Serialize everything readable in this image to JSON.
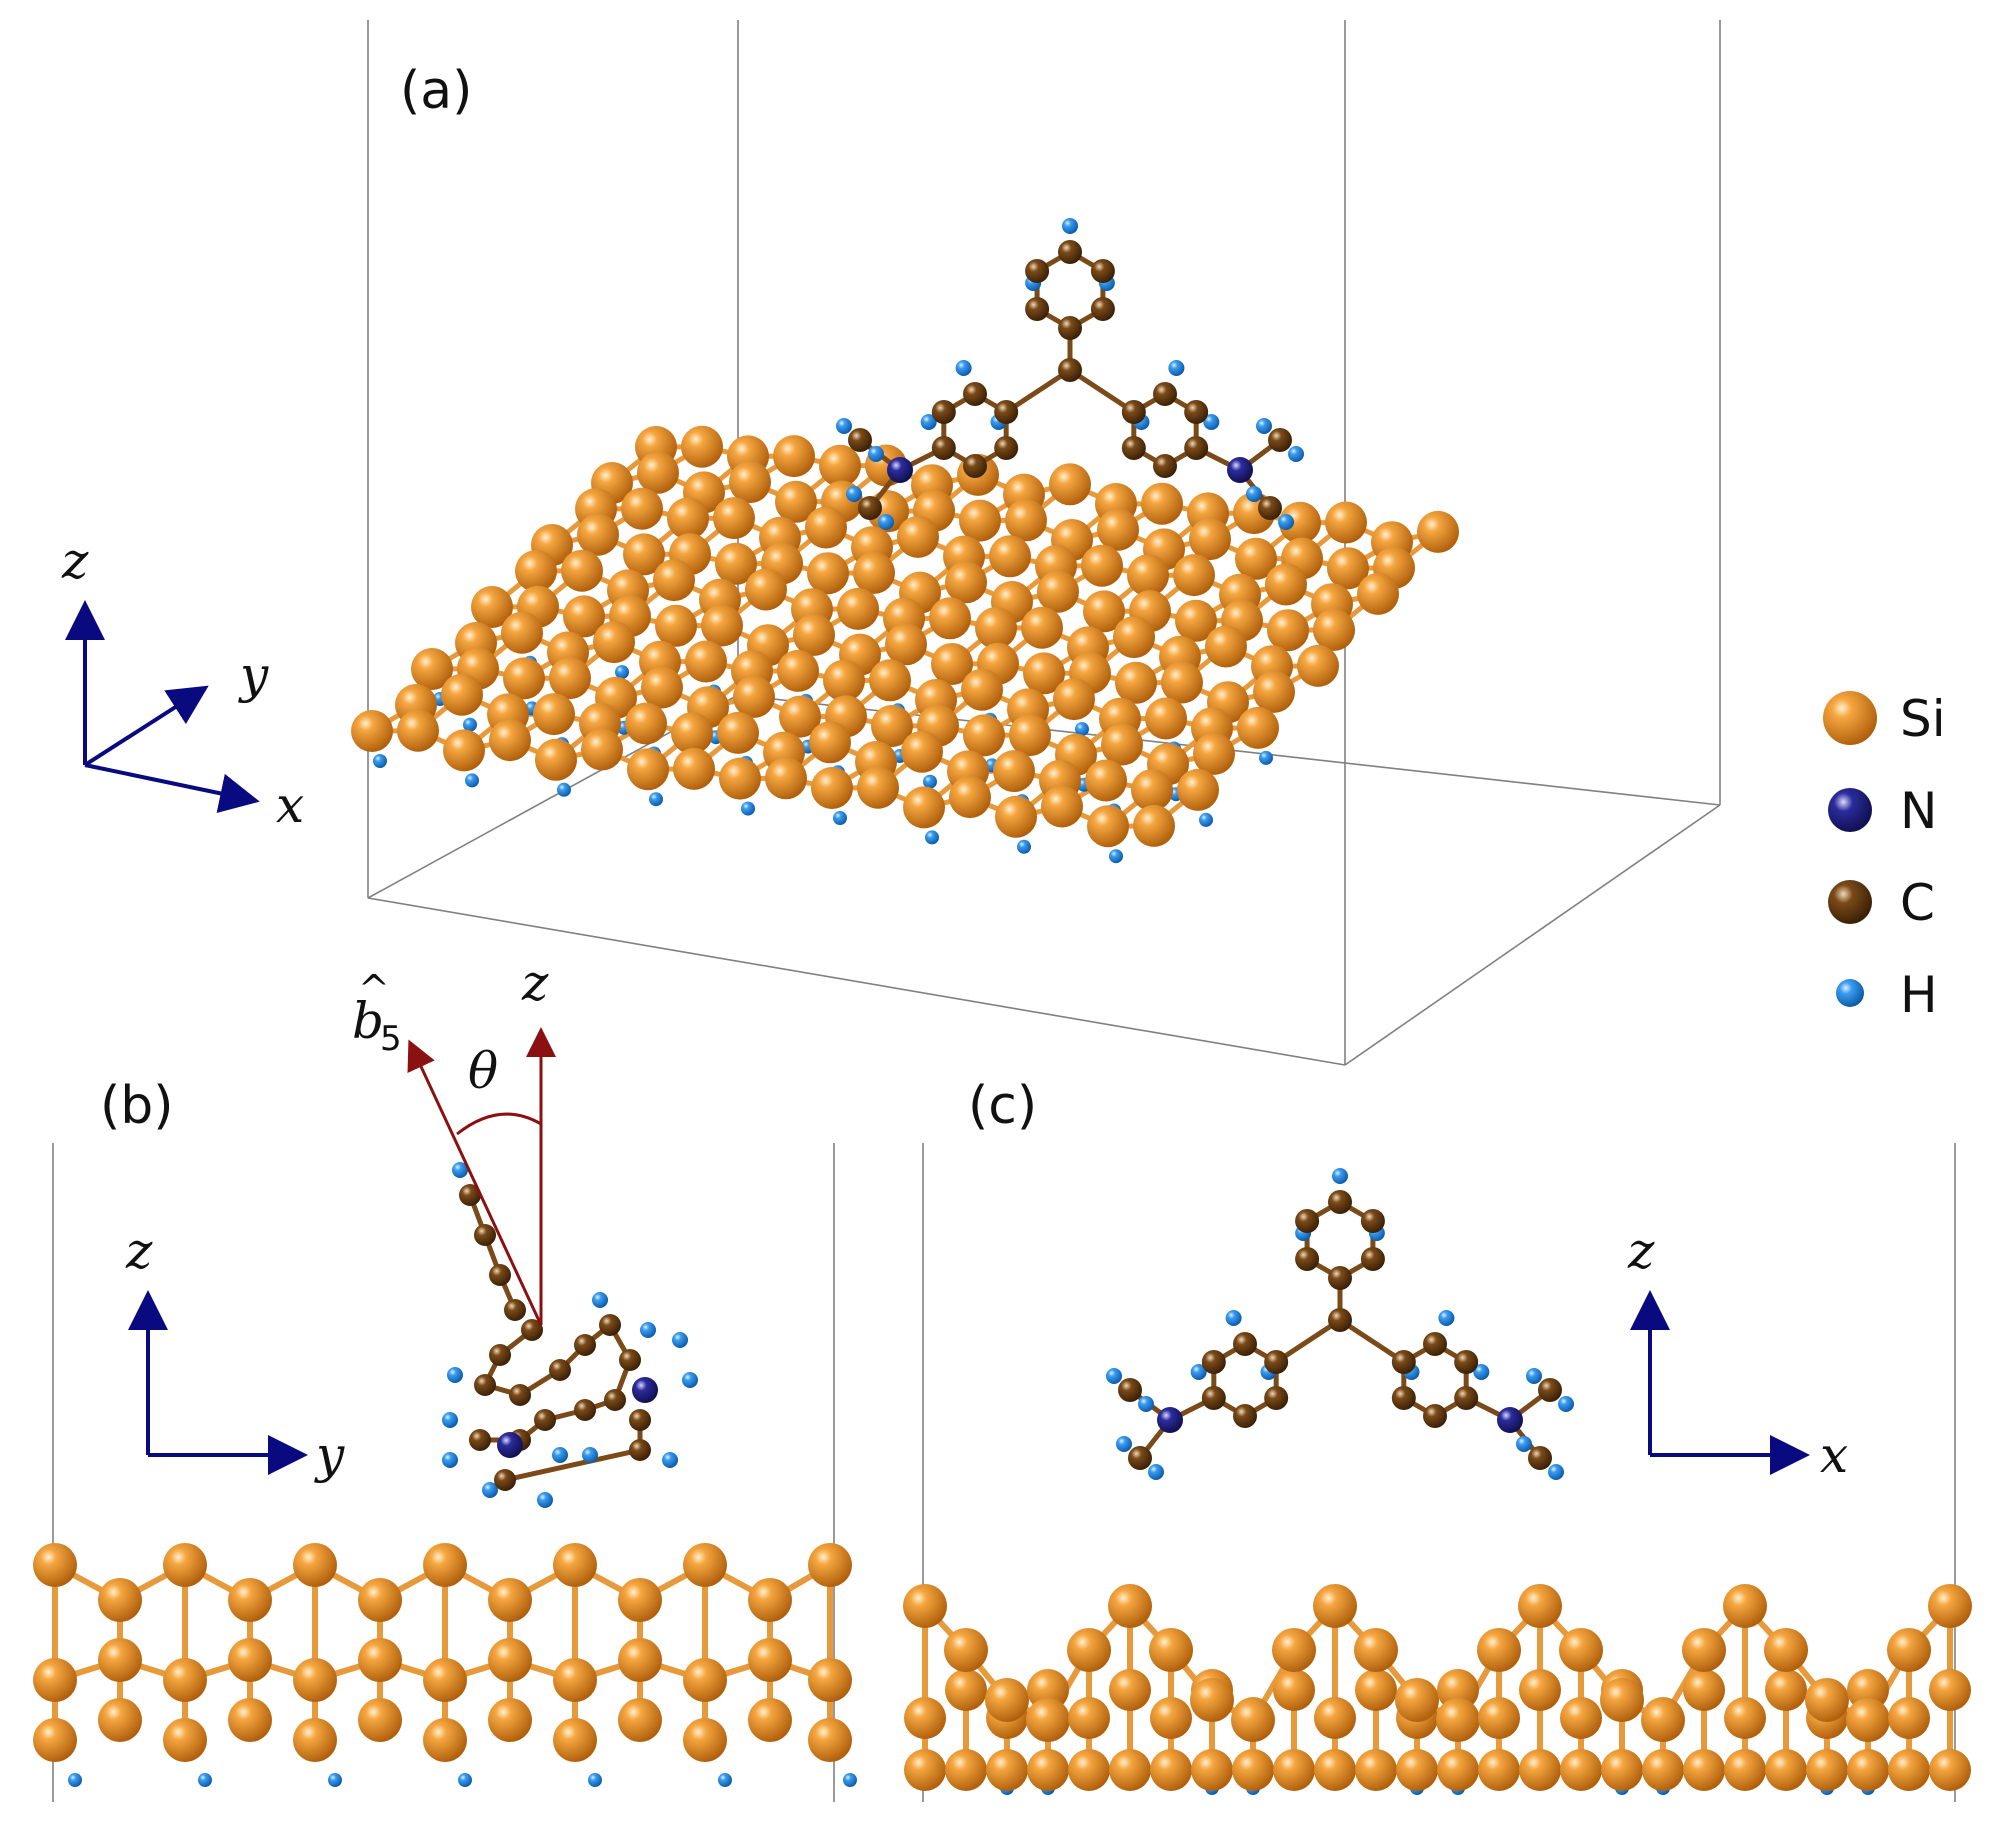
{
  "panels": {
    "a": {
      "label": "(a)"
    },
    "b": {
      "label": "(b)"
    },
    "c": {
      "label": "(c)"
    }
  },
  "axes": {
    "a": {
      "z": "z",
      "y": "y",
      "x": "x"
    },
    "b": {
      "z": "z",
      "y": "y"
    },
    "c": {
      "z": "z",
      "x": "x"
    }
  },
  "angle": {
    "b_vector": "b",
    "b_subscript": "5",
    "z": "z",
    "theta": "θ"
  },
  "legend": [
    {
      "symbol": "Si",
      "color": "#e08a1e"
    },
    {
      "symbol": "N",
      "color": "#23238a"
    },
    {
      "symbol": "C",
      "color": "#6b3f12"
    },
    {
      "symbol": "H",
      "color": "#2f8fe0"
    }
  ],
  "colors": {
    "axis_arrow": "#0a0a80",
    "angle_arrow": "#8b1010",
    "bond": "#e69a3c",
    "cell_edge": "#808080"
  }
}
